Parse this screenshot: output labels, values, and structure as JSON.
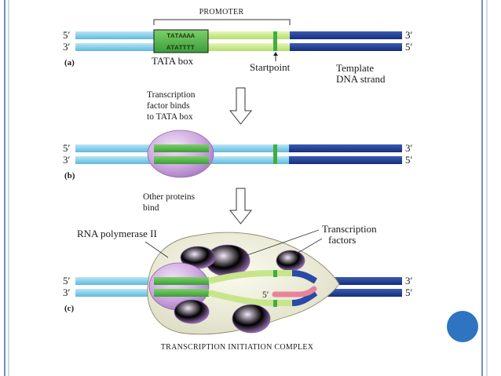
{
  "promoter_label": "Promoter",
  "strand_labels": {
    "p5": "5′",
    "p3": "3′"
  },
  "tata_top": "TATAAAA",
  "tata_bottom": "ATATTTT",
  "panels": {
    "a": "(a)",
    "b": "(b)",
    "c": "(c)"
  },
  "tata_box_label": "TATA box",
  "startpoint_label": "Startpoint",
  "template_label": [
    "Template",
    "DNA strand"
  ],
  "step1_text": [
    "Transcription",
    "factor binds",
    "to TATA box"
  ],
  "step2_text": [
    "Other proteins",
    "bind"
  ],
  "rna_pol_label": "RNA polymerase II",
  "tf_label": [
    "Transcription",
    "factors"
  ],
  "rna_5prime": "5′",
  "complex_label": "Transcription initiation complex",
  "colors": {
    "dna_light": "#8fd3ea",
    "dna_dark": "#1f3c93",
    "tata_green": "#4fb848",
    "promoter_light": "#c9e88a",
    "protein": "#c9a3dc",
    "complex": "#ecebd6",
    "rna": "#e8839a",
    "slide_border": "#3d6ea8",
    "dot": "#2f74c0"
  }
}
